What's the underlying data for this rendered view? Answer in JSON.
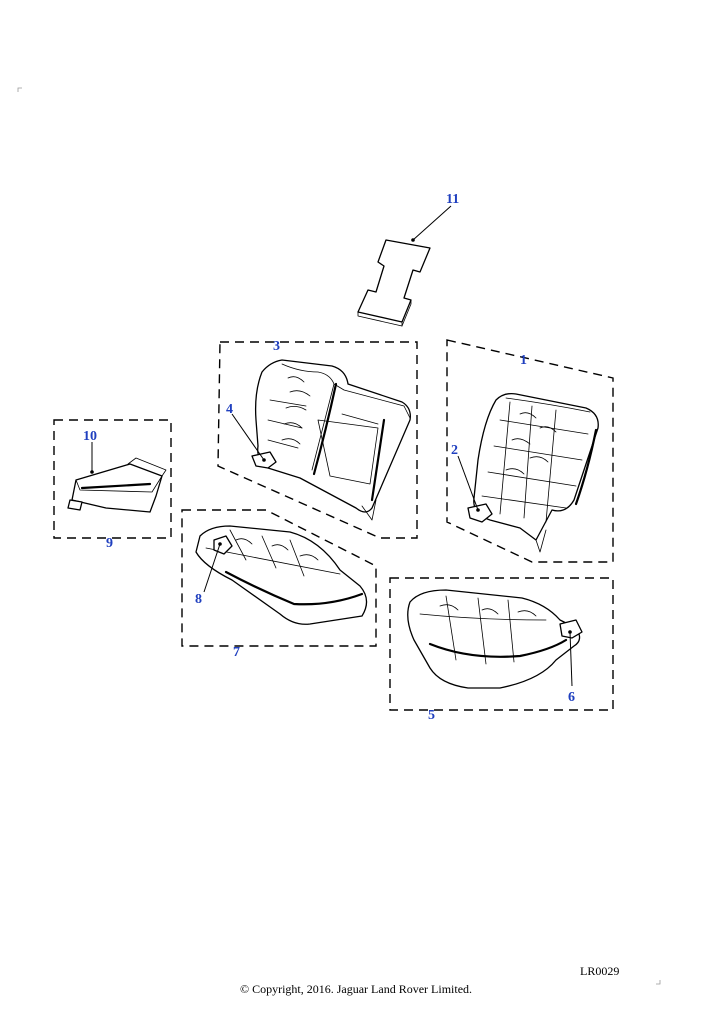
{
  "diagram": {
    "drawing_ref": "LR0029",
    "copyright": "© Copyright, 2016. Jaguar Land Rover Limited.",
    "callouts": {
      "c1": "1",
      "c2": "2",
      "c3": "3",
      "c4": "4",
      "c5": "5",
      "c6": "6",
      "c7": "7",
      "c8": "8",
      "c9": "9",
      "c10": "10",
      "c11": "11"
    },
    "colors": {
      "callout": "#1f3fbf",
      "line": "#000000",
      "background": "#ffffff"
    }
  }
}
